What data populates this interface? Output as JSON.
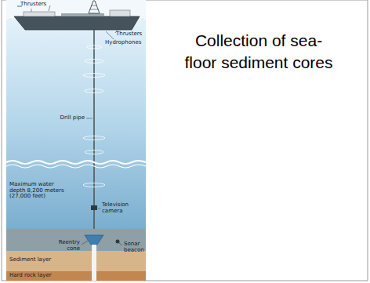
{
  "diagram": {
    "title": "Collection of sea-floor sediment cores",
    "labels": [
      "Thrusters",
      "Thrusters",
      "Hydrophones",
      "Drill pipe",
      "Maximum water depth 8,200 meters (27,000 feet)",
      "Television camera",
      "Reentry cone",
      "Sonar beacon",
      "Sediment layer",
      "Hard rock layer"
    ]
  }
}
